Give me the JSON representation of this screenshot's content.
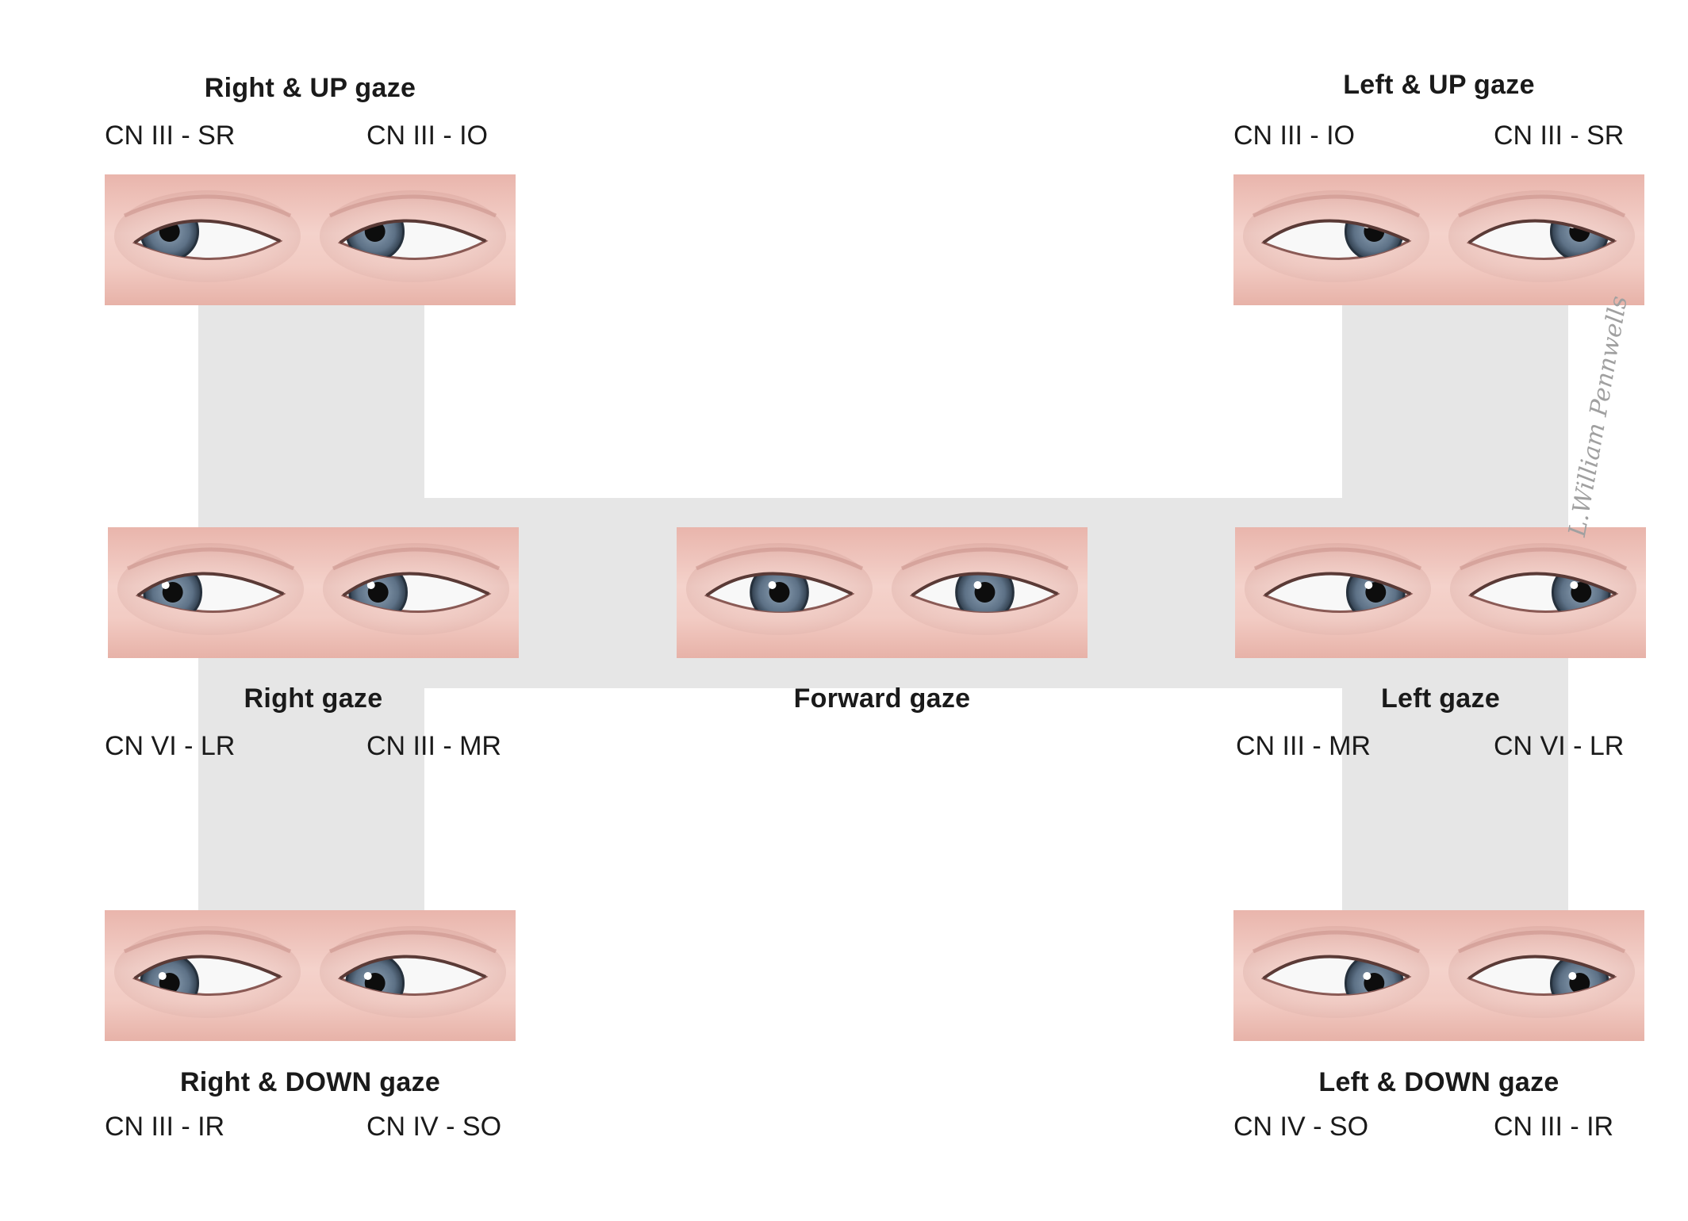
{
  "panels": {
    "right_up": {
      "title": "Right & UP gaze",
      "muscles": [
        "CN III - SR",
        "CN III - IO"
      ],
      "gaze": [
        -1,
        -1
      ]
    },
    "left_up": {
      "title": "Left & UP gaze",
      "muscles": [
        "CN III - IO",
        "CN III - SR"
      ],
      "gaze": [
        1,
        -1
      ]
    },
    "right": {
      "title": "Right gaze",
      "muscles": [
        "CN VI - LR",
        "CN III - MR"
      ],
      "gaze": [
        -1,
        0
      ]
    },
    "forward": {
      "title": "Forward gaze",
      "gaze": [
        0,
        0
      ]
    },
    "left": {
      "title": "Left gaze",
      "muscles": [
        "CN III - MR",
        "CN VI - LR"
      ],
      "gaze": [
        1,
        0
      ]
    },
    "right_down": {
      "title": "Right & DOWN gaze",
      "muscles": [
        "CN III - IR",
        "CN IV - SO"
      ],
      "gaze": [
        -1,
        1
      ]
    },
    "left_down": {
      "title": "Left & DOWN gaze",
      "muscles": [
        "CN IV - SO",
        "CN III - IR"
      ],
      "gaze": [
        1,
        1
      ]
    }
  },
  "signature": "L.William Pennwells",
  "colors": {
    "connector": "#e6e6e6",
    "iris": "#5d7186",
    "skin": "#f2cbc3",
    "text": "#1a1a1a"
  }
}
